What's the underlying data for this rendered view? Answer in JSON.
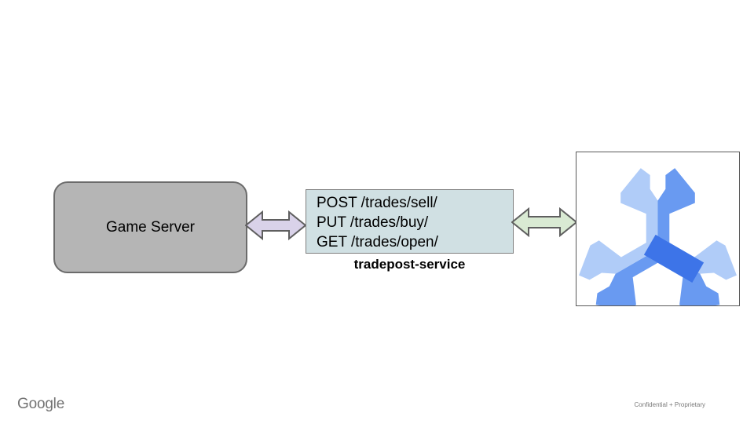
{
  "footer": {
    "brand": "Google",
    "note": "Confidential + Proprietary"
  },
  "diagram": {
    "game_server": {
      "label": "Game Server",
      "fill": "#b5b5b5",
      "border": "#6b6b6b"
    },
    "service": {
      "endpoints": [
        "POST /trades/sell/",
        "PUT /trades/buy/",
        "GET /trades/open/"
      ],
      "name": "tradepost-service",
      "fill": "#d0e0e3"
    },
    "arrow_left": {
      "direction": "bidirectional",
      "fill": "#d9d2e9",
      "stroke": "#5f5f5f"
    },
    "arrow_right": {
      "direction": "bidirectional",
      "fill": "#d9ead3",
      "stroke": "#5f5f5f"
    },
    "logo": {
      "icon": "three-wrench-icon",
      "light": "#b0ccf8",
      "medium": "#699af1",
      "dark": "#3d74e8"
    }
  }
}
